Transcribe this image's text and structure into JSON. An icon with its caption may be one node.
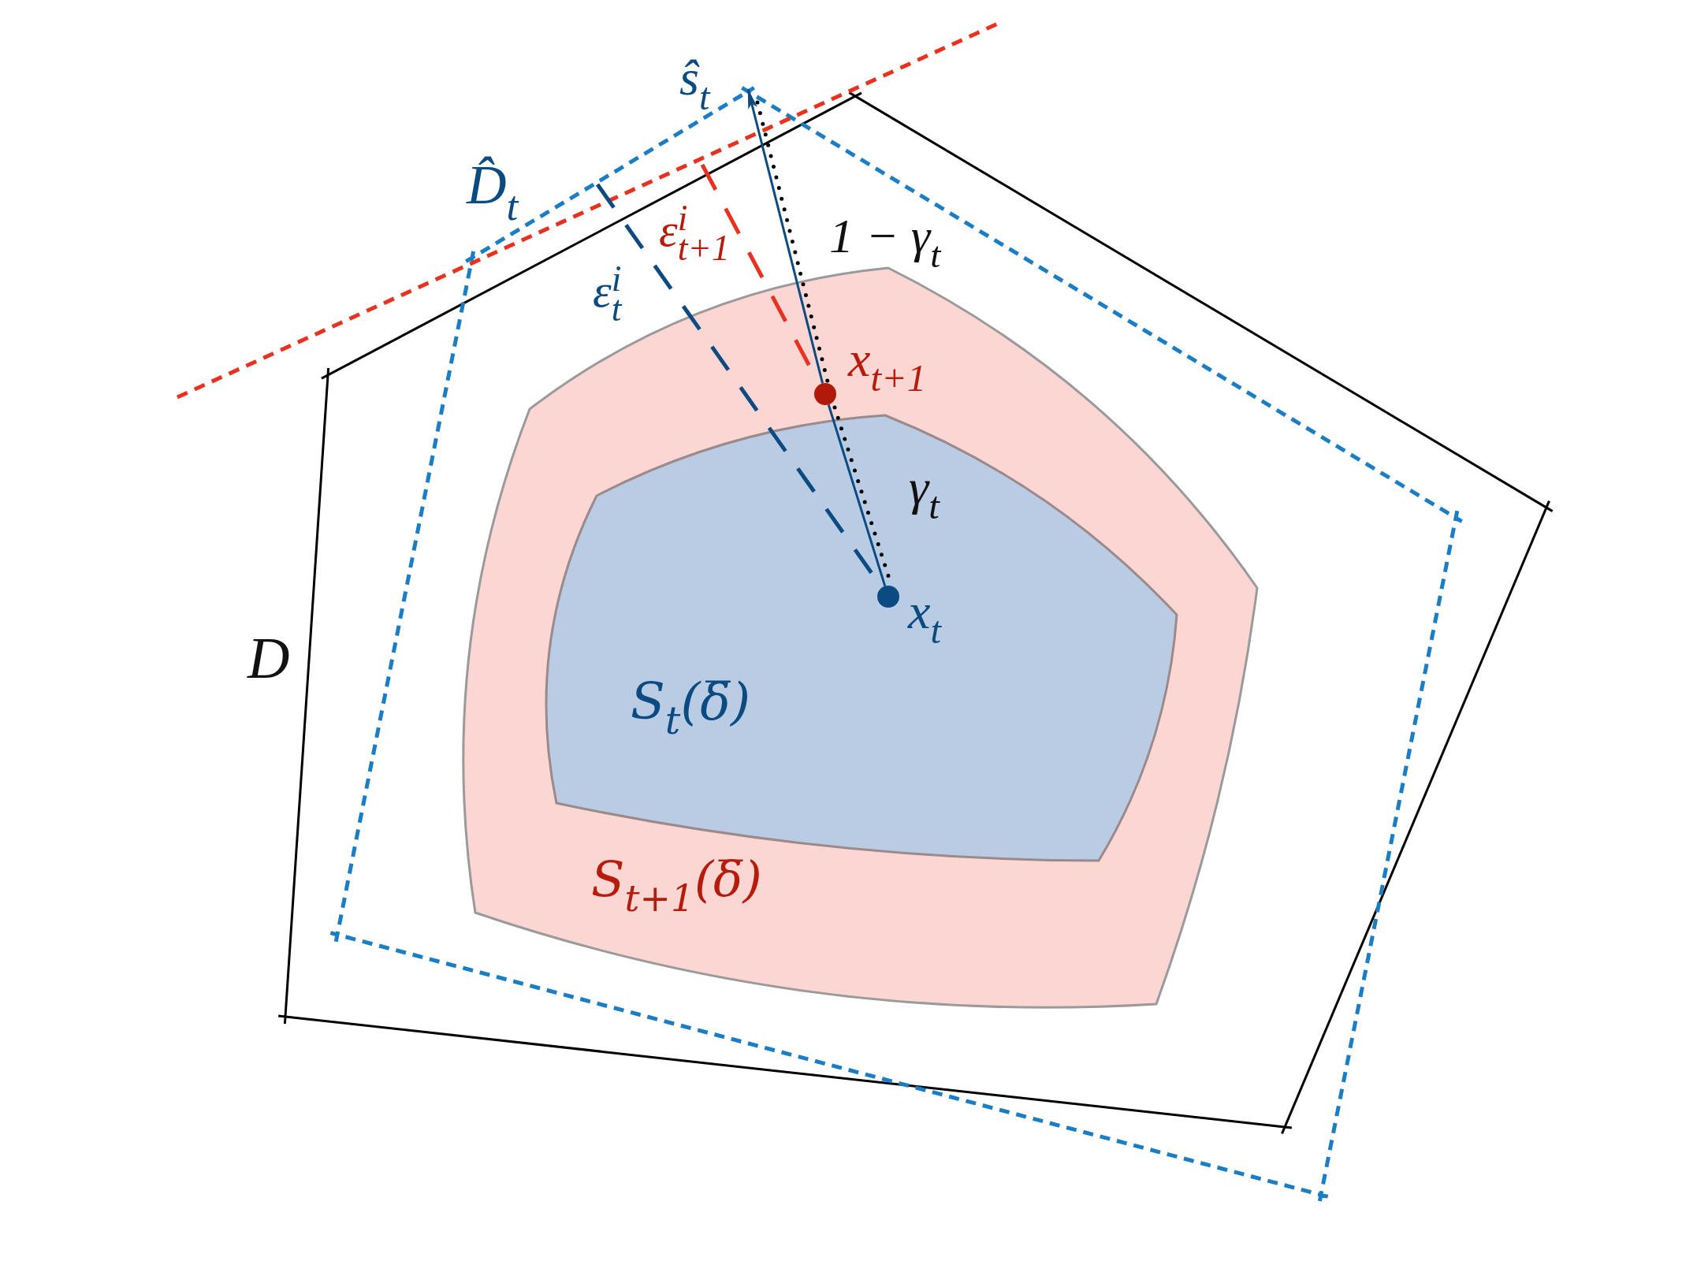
{
  "diagram": {
    "nodes": [
      {
        "text": [
          "D"
        ]
      },
      {
        "text": [
          "S$_{t+1}$(δ̅)"
        ],
        "in": 0
      },
      {
        "text": [
          "S$_{t}$(δ̅)"
        ],
        "in": 1
      },
      {
        "text": [
          "ŝ$_{t}$"
        ]
      },
      {
        "text": [],
        "shape": "circle",
        "beside": [
          "x$_{t+1}$"
        ],
        "in": 1
      },
      {
        "text": [],
        "shape": "circle",
        "beside": [
          "x$_{t}$"
        ],
        "in": 2
      }
    ],
    "edges": [
      {
        "from": 5,
        "to": 4,
        "arrow": "none"
      },
      {
        "from": 4,
        "to": 3,
        "arrow": "to"
      }
    ],
    "labels": [
      "D̂$_{t}$",
      "ε$^{i}$$_{t+1}$",
      "1 − γ$_{t}$",
      "ε$^{i}$$_{t}$",
      "γ$_{t}$"
    ]
  }
}
